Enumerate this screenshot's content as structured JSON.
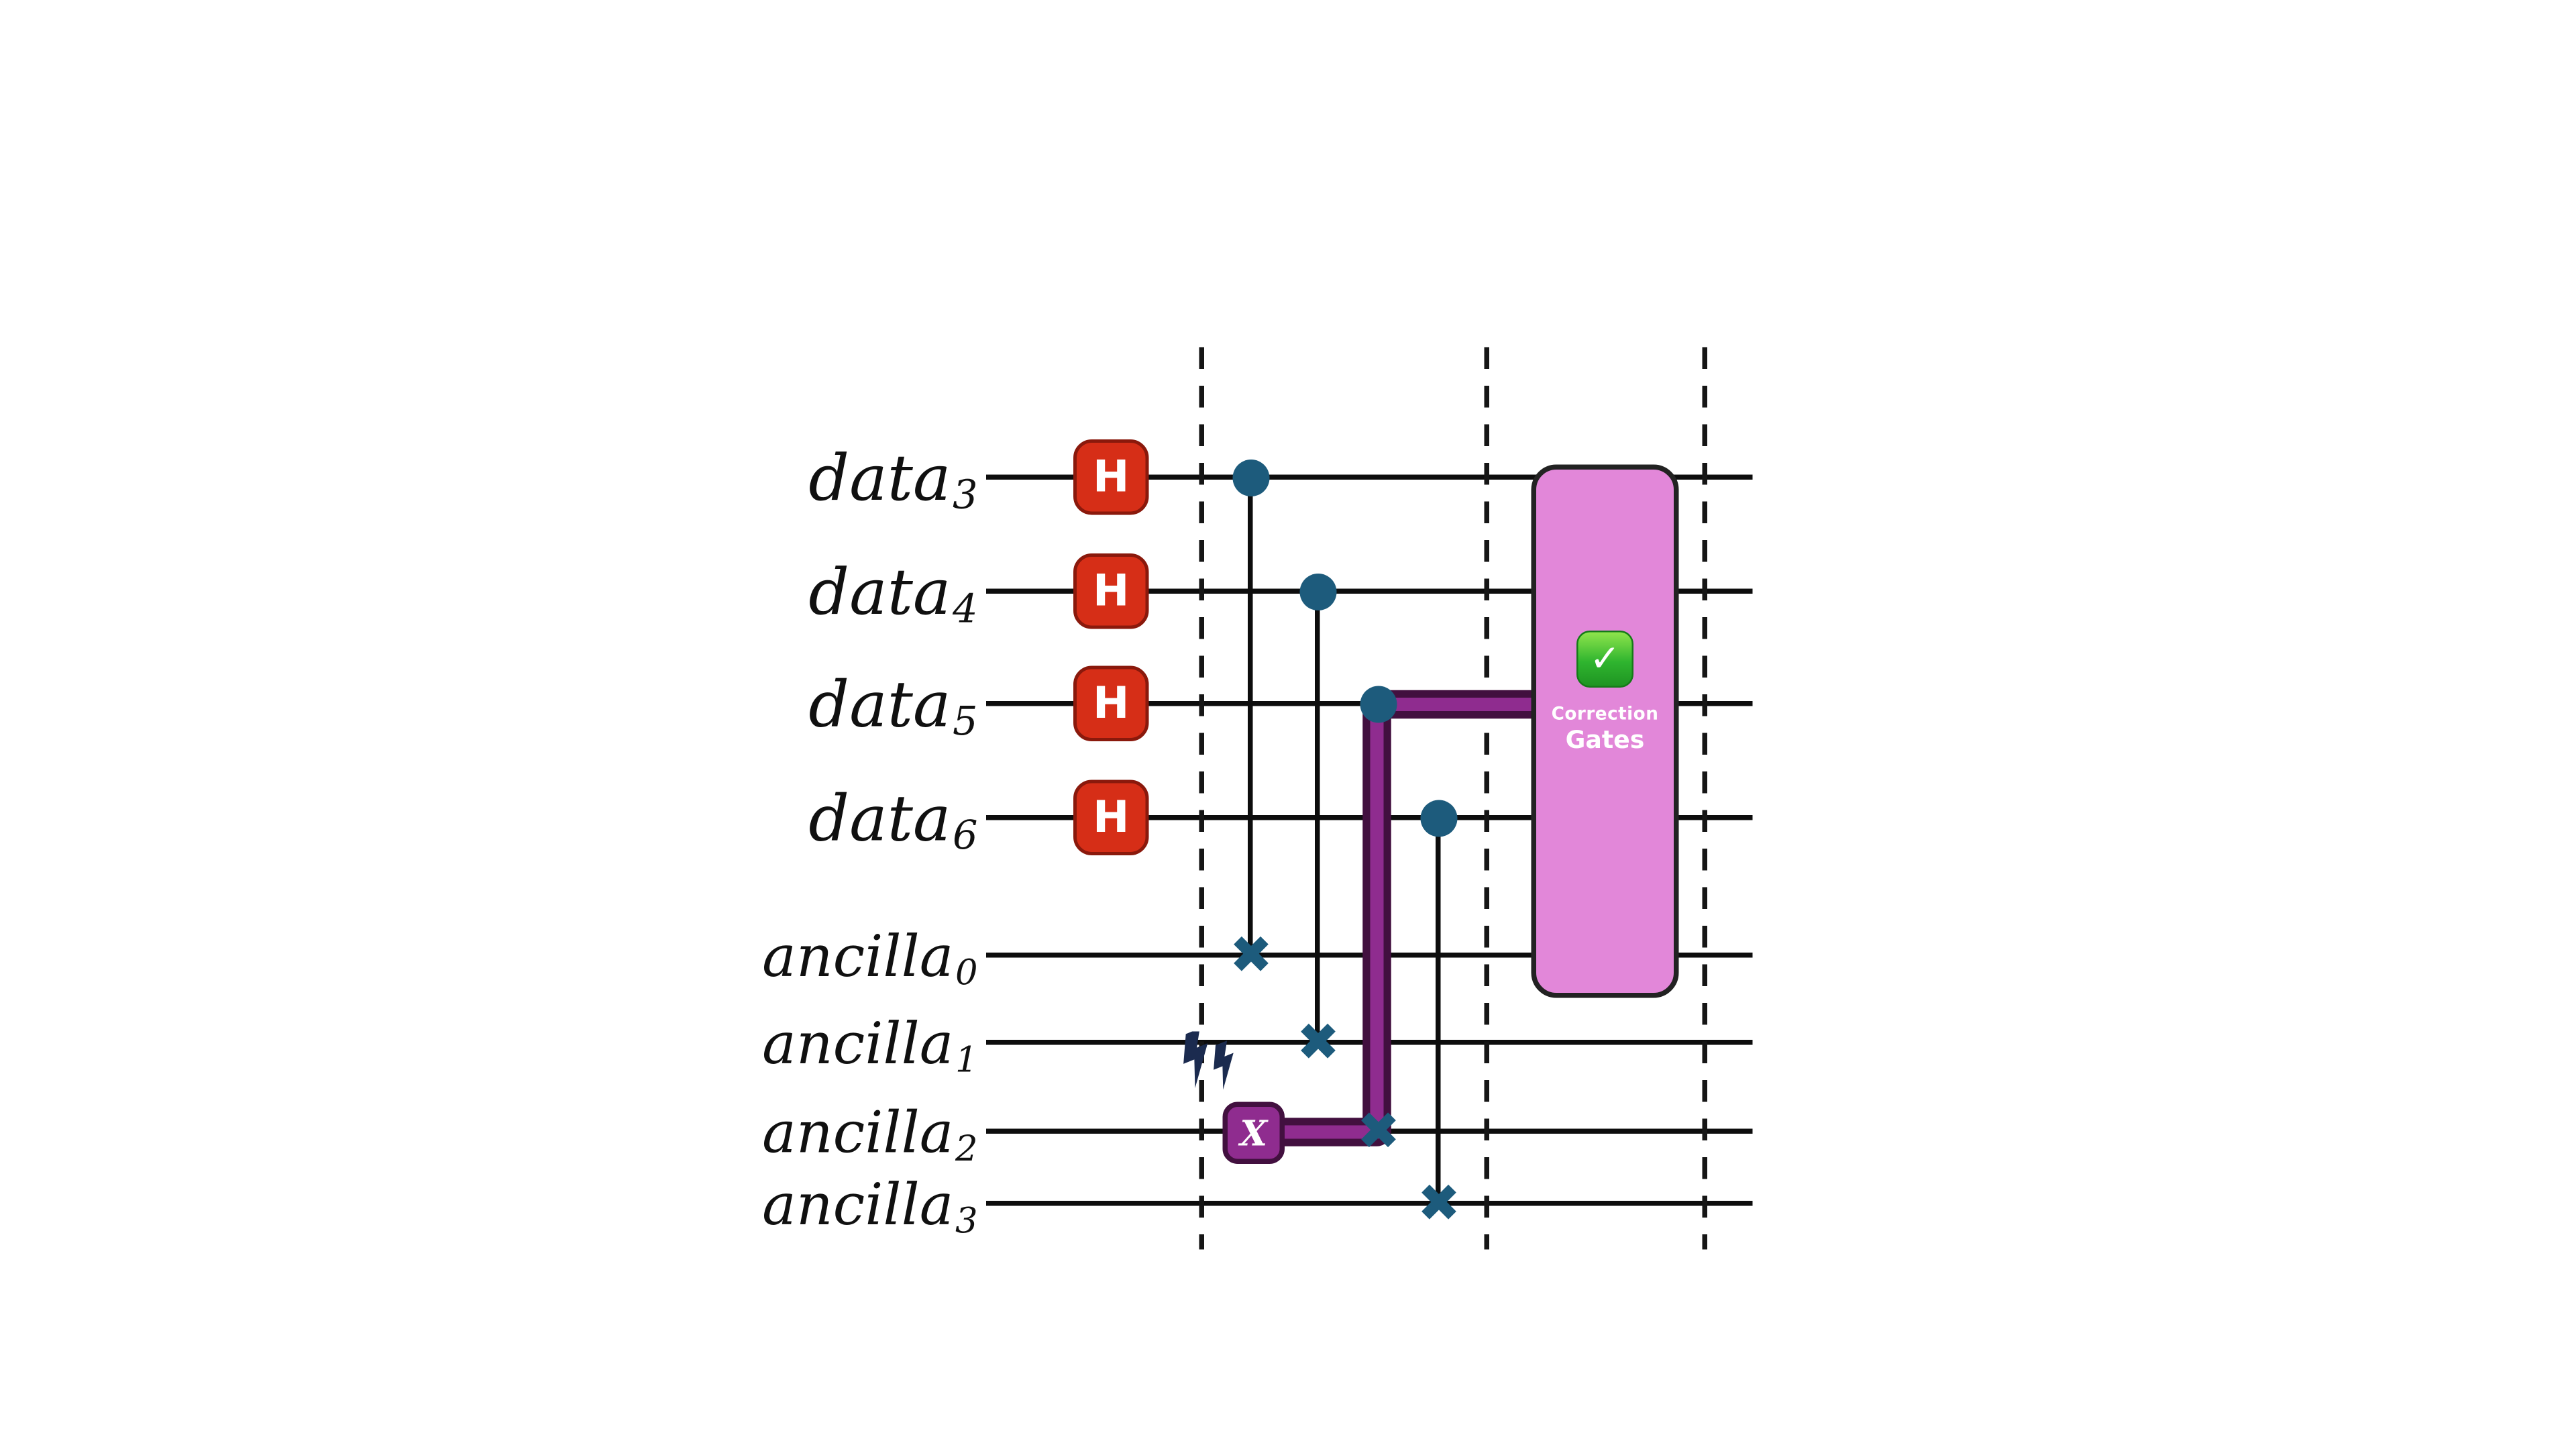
{
  "wires": [
    {
      "base": "data",
      "sub": "3"
    },
    {
      "base": "data",
      "sub": "4"
    },
    {
      "base": "data",
      "sub": "5"
    },
    {
      "base": "data",
      "sub": "6"
    },
    {
      "base": "ancilla",
      "sub": "0"
    },
    {
      "base": "ancilla",
      "sub": "1"
    },
    {
      "base": "ancilla",
      "sub": "2"
    },
    {
      "base": "ancilla",
      "sub": "3"
    }
  ],
  "gates": {
    "hadamard_label": "H",
    "error_x_label": "X",
    "target_glyph": "✖"
  },
  "correction_box": {
    "check_glyph": "✓",
    "label_line1": "Correction",
    "label_line2": "Gates"
  },
  "colors": {
    "wire": "#0d0d0d",
    "hadamard_fill": "#d62e17",
    "control_teal": "#1d5b7c",
    "error_purple_fill": "#8f2c8f",
    "error_path_outline": "#42103f",
    "correction_box_fill": "#e287d9",
    "check_green": "#2fb52f",
    "lightning_navy": "#1b2b4f"
  }
}
